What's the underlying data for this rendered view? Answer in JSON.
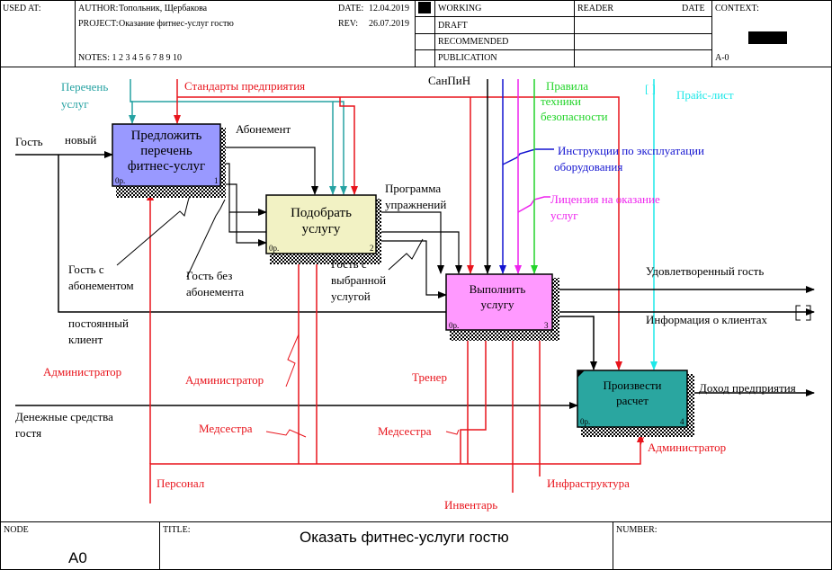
{
  "header": {
    "used_at": "USED AT:",
    "author_label": "AUTHOR:",
    "author": "Топольник, Щербакова",
    "project_label": "PROJECT:",
    "project": "Оказание фитнес-услуг гостю",
    "notes": "NOTES: 1 2 3 4 5 6 7 8 9 10",
    "date_label": "DATE:",
    "date": "12.04.2019",
    "rev_label": "REV:",
    "rev": "26.07.2019",
    "working": "WORKING",
    "draft": "DRAFT",
    "recommended": "RECOMMENDED",
    "publication": "PUBLICATION",
    "reader": "READER",
    "reader_date": "DATE",
    "context": "CONTEXT:",
    "context_node": "A-0"
  },
  "boxes": {
    "b1": {
      "line1": "Предложить",
      "line2": "перечень",
      "line3": "фитнес-услуг",
      "cost": "0р.",
      "num": "1"
    },
    "b2": {
      "line1": "Подобрать",
      "line2": "услугу",
      "cost": "0р.",
      "num": "2"
    },
    "b3": {
      "line1": "Выполнить",
      "line2": "услугу",
      "cost": "0р.",
      "num": "3"
    },
    "b4": {
      "line1": "Произвести",
      "line2": "расчет",
      "cost": "0р.",
      "num": "4"
    }
  },
  "labels": {
    "perechen1": "Перечень",
    "perechen2": "услуг",
    "standarty": "Стандарты предприятия",
    "sanpin": "СанПиН",
    "pravila1": "Правила",
    "pravila2": "техники",
    "pravila3": "безопасности",
    "bracket": "[ ]",
    "praice": "Прайс-лист",
    "gost": "Гость",
    "novyi": "новый",
    "abonement": "Абонемент",
    "instr1": "Инструкции по эксплуатации",
    "instr2": "оборудования",
    "prog1": "Программа",
    "prog2": "упражнений",
    "lic1": "Лицензия на оказание",
    "lic2": "услуг",
    "gost_s_ab1": "Гость с",
    "gost_s_ab2": "абонементом",
    "gost_bez1": "Гость без",
    "gost_bez2": "абонемента",
    "gost_vyb1": "Гость с",
    "gost_vyb2": "выбранной",
    "gost_vyb3": "услугой",
    "udovl": "Удовлетворенный гость",
    "info": "Информация о клиентах",
    "postoyan1": "постоянный",
    "postoyan2": "клиент",
    "admin1": "Администратор",
    "admin2": "Администратор",
    "trener": "Тренер",
    "dohod": "Доход предприятия",
    "den1": "Денежные средства",
    "den2": "гостя",
    "medsestra1": "Медсестра",
    "medsestra2": "Медсестра",
    "admin3": "Администратор",
    "personal": "Персонал",
    "inventar": "Инвентарь",
    "infra": "Инфраструктура"
  },
  "footer": {
    "node_label": "NODE",
    "node": "A0",
    "title_label": "TITLE:",
    "title": "Оказать фитнес-услуги гостю",
    "number_label": "NUMBER:"
  },
  "colors": {
    "box1": "#9999ff",
    "box2": "#f2f2c4",
    "box3": "#ff99ff",
    "box4": "#2aa6a0",
    "red": "#e8141c",
    "teal": "#26a2a2",
    "green": "#23d42a",
    "magenta": "#ee22ee",
    "blue": "#1414d0",
    "cyan": "#1ee8e8"
  }
}
